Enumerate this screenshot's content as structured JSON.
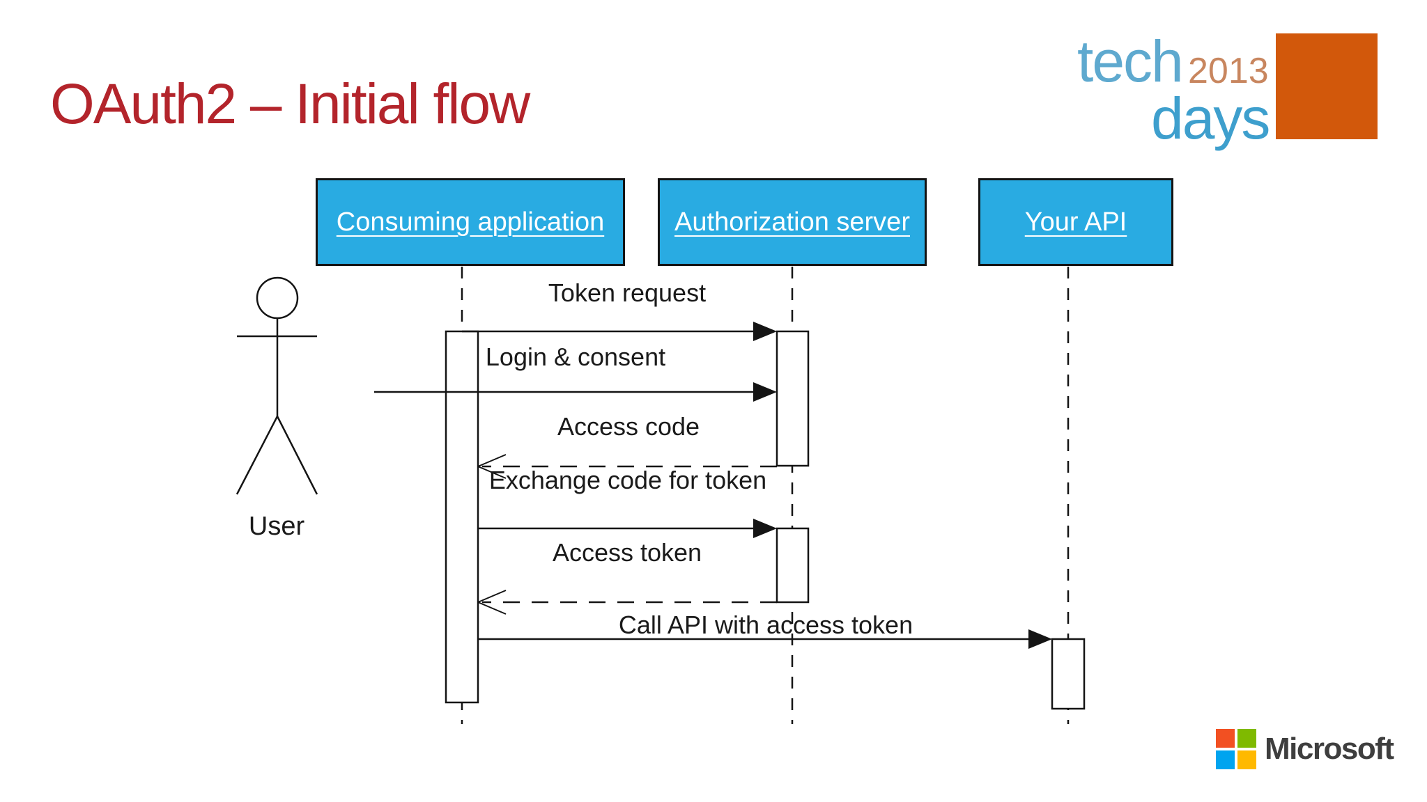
{
  "slide": {
    "title": "OAuth2 – Initial flow"
  },
  "techdays_logo": {
    "tech": "tech",
    "year": "2013",
    "days": "days",
    "square_color": "#D2580B",
    "tech_color": "#5EA9CF",
    "days_color": "#3E9FCD",
    "year_color": "#C8865F"
  },
  "diagram": {
    "type": "sequence-diagram",
    "participants": [
      {
        "label": "Consuming application",
        "fill": "#29ABE2"
      },
      {
        "label": "Authorization server",
        "fill": "#29ABE2"
      },
      {
        "label": "Your API",
        "fill": "#29ABE2"
      }
    ],
    "actor": {
      "label": "User"
    },
    "messages": [
      {
        "label": "Token request",
        "from": "Consuming application",
        "to": "Authorization server",
        "style": "solid"
      },
      {
        "label": "Login & consent",
        "from": "User",
        "to": "Authorization server",
        "style": "solid"
      },
      {
        "label": "Access code",
        "from": "Authorization server",
        "to": "Consuming application",
        "style": "dashed-return"
      },
      {
        "label": "Exchange code for token",
        "from": "Consuming application",
        "to": "Authorization server",
        "style": "solid"
      },
      {
        "label": "Access token",
        "from": "Authorization server",
        "to": "Consuming application",
        "style": "dashed-return"
      },
      {
        "label": "Call API with access token",
        "from": "Consuming application",
        "to": "Your API",
        "style": "solid"
      }
    ]
  },
  "microsoft_logo": {
    "wordmark": "Microsoft",
    "square_colors": [
      "#F25022",
      "#7FBA00",
      "#00A4EF",
      "#FFB900"
    ]
  },
  "colors": {
    "title_red": "#B3242B",
    "participant_fill": "#29ABE2",
    "line_color": "#141414",
    "background": "#FFFFFF"
  }
}
